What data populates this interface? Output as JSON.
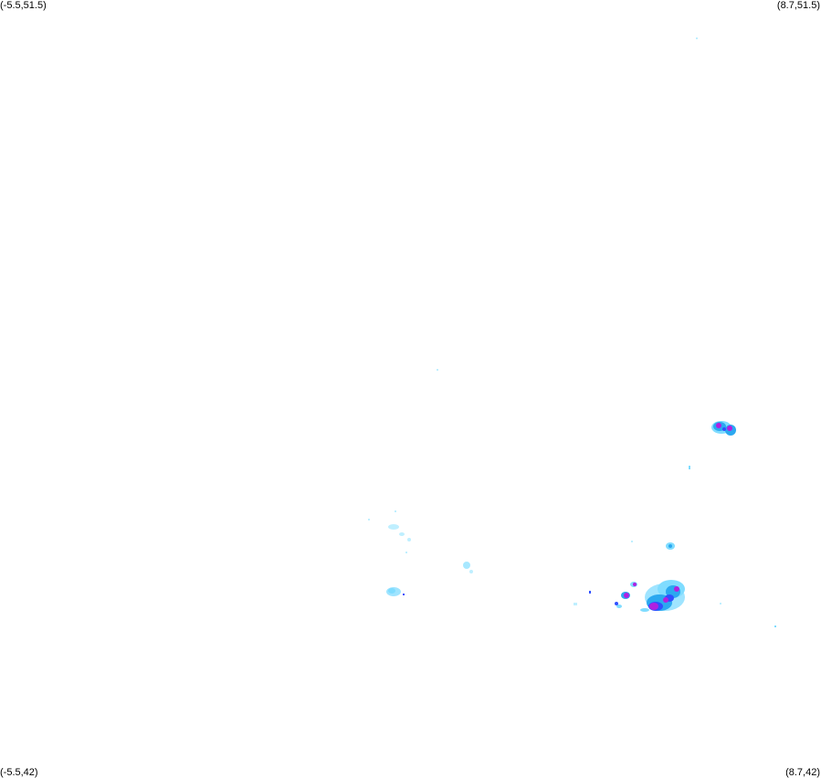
{
  "corners": {
    "top_left": "(-5.5,51.5)",
    "top_right": "(8.7,51.5)",
    "bottom_left": "(-5.5,42)",
    "bottom_right": "(8.7,42)"
  },
  "colors": {
    "background": "#ffffff",
    "light_rain": "#7fdcff",
    "moderate_rain": "#2ba8f0",
    "heavy_rain": "#3050ff",
    "very_heavy_rain": "#b020e0"
  }
}
